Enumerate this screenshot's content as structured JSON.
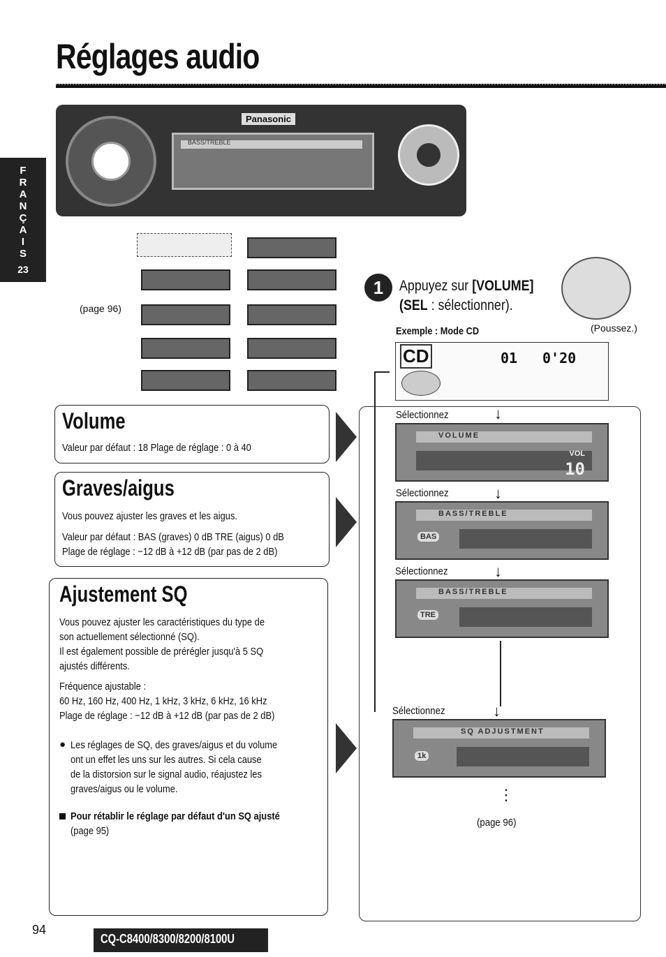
{
  "page": {
    "title": "Réglages audio",
    "side_tab": {
      "letters": [
        "F",
        "R",
        "A",
        "N",
        "Ç",
        "A",
        "I",
        "S"
      ],
      "number": "23"
    },
    "page_number": "94",
    "model": "CQ-C8400/8300/8200/8100U"
  },
  "device": {
    "brand": "Panasonic",
    "display_label": "BASS/TREBLE"
  },
  "flow": {
    "page_ref": "(page 96)"
  },
  "volume": {
    "heading": "Volume",
    "text": "Valeur par défaut : 18    Plage de réglage : 0 à 40"
  },
  "graves": {
    "heading": "Graves/aigus",
    "line1": "Vous pouvez ajuster les graves et les aigus.",
    "line2": "Valeur par défaut : BAS (graves) 0 dB  TRE (aigus) 0 dB",
    "line3": "Plage de réglage : −12 dB à +12 dB (par pas de 2 dB)"
  },
  "sq": {
    "heading": "Ajustement SQ",
    "p1": [
      "Vous pouvez ajuster les caractéristiques du type de",
      "son actuellement sélectionné (SQ)."
    ],
    "p2": [
      "Il est également possible de prérégler jusqu'à 5 SQ",
      "ajustés différents."
    ],
    "p3": [
      "Fréquence ajustable :",
      "60 Hz, 160 Hz, 400 Hz, 1 kHz, 3 kHz, 6 kHz, 16 kHz",
      "Plage de réglage : −12 dB à +12 dB (par pas de 2 dB)"
    ],
    "bullet": [
      "Les réglages de SQ, des graves/aigus et du volume",
      "ont un effet les uns sur les autres. Si cela cause",
      "de la distorsion sur le signal audio, réajustez les",
      "graves/aigus ou le volume."
    ],
    "reset_bold": "Pour rétablir le réglage par défaut d'un SQ ajusté",
    "reset_ref": "(page 95)"
  },
  "step": {
    "number": "1",
    "line1_prefix": "Appuyez sur ",
    "line1_bold": "[VOLUME]",
    "line2_bold": "(SEL",
    "line2_rest": " : sélectionner).",
    "press_label": "(Poussez.)",
    "example": "Exemple : Mode CD",
    "cd_label": "CD",
    "track": "01",
    "time": "0'20"
  },
  "screens": {
    "select_label": "Sélectionnez",
    "volume_lcd": {
      "label": "VOLUME",
      "vol": "VOL",
      "value": "10"
    },
    "bass_lcd": {
      "label": "BASS/TREBLE",
      "tag": "BAS"
    },
    "treble_lcd": {
      "label": "BASS/TREBLE",
      "tag": "TRE"
    },
    "sq_lcd": {
      "label": "SQ ADJUSTMENT",
      "value": "1k"
    },
    "final_ref": "(page 96)"
  }
}
